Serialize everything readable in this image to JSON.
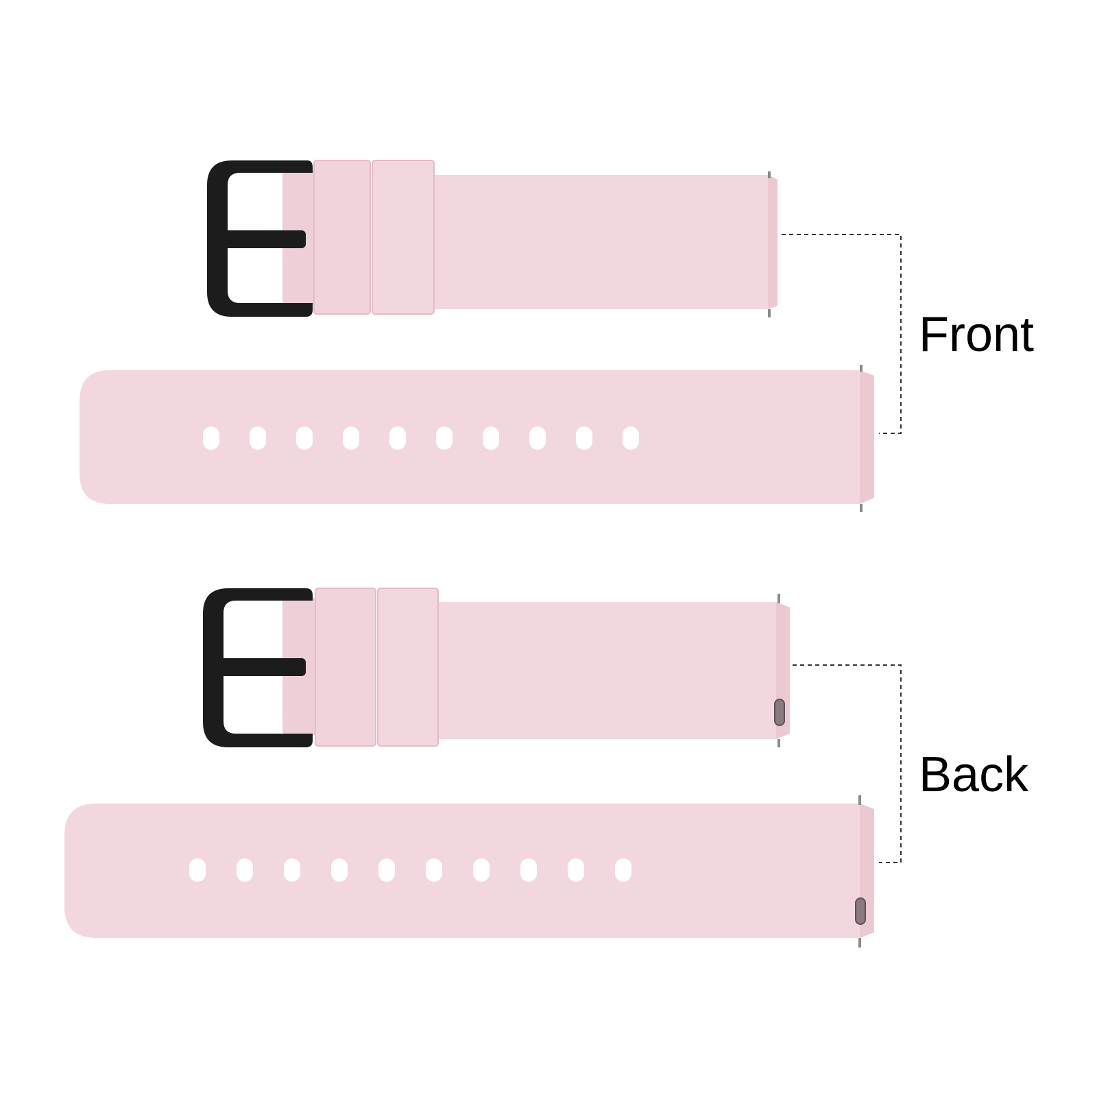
{
  "labels": {
    "front": "Front",
    "back": "Back"
  },
  "product": {
    "strap_color": "#f3d7de",
    "strap_shade": "#ecc8d1",
    "strap_edge": "#e7c3cc",
    "buckle_color": "#1c1c1c",
    "pin_color": "#8a8a8a",
    "hole_color": "#ffffff",
    "bracket_color": "#333333",
    "holes_per_strap": 10
  }
}
